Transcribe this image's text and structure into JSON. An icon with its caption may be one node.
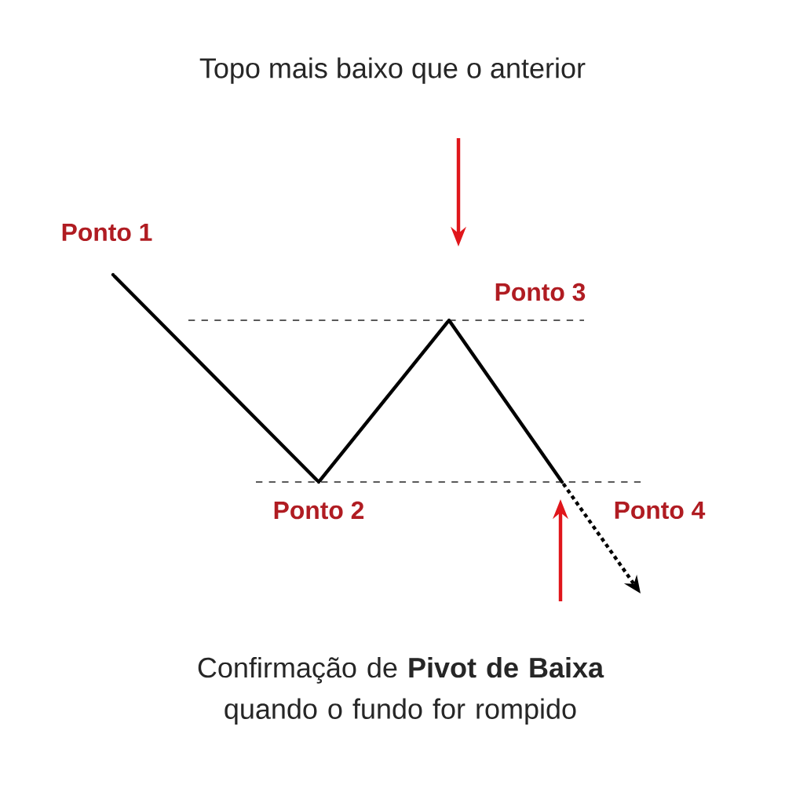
{
  "diagram": {
    "title": "Topo mais baixo que o anterior",
    "caption": "Confirmação de **Pivot de Baixa** quando o fundo for rompido",
    "nodes": [
      {
        "text": [],
        "shape": "point",
        "beside": [
          "Ponto 1"
        ]
      },
      {
        "text": [],
        "shape": "point",
        "beside": [
          "Ponto 2"
        ]
      },
      {
        "text": [],
        "shape": "point",
        "beside": [
          "Ponto 3"
        ]
      },
      {
        "text": [],
        "shape": "point",
        "beside": [
          "Ponto 4"
        ]
      }
    ],
    "edges": [
      {
        "from": 0,
        "to": 1,
        "arrow": "none"
      },
      {
        "from": 1,
        "to": 2,
        "arrow": "none"
      },
      {
        "from": 2,
        "to": 3,
        "arrow": "none"
      },
      {
        "from": 3,
        "to": null,
        "arrow": "to",
        "style": "dashed"
      }
    ]
  }
}
